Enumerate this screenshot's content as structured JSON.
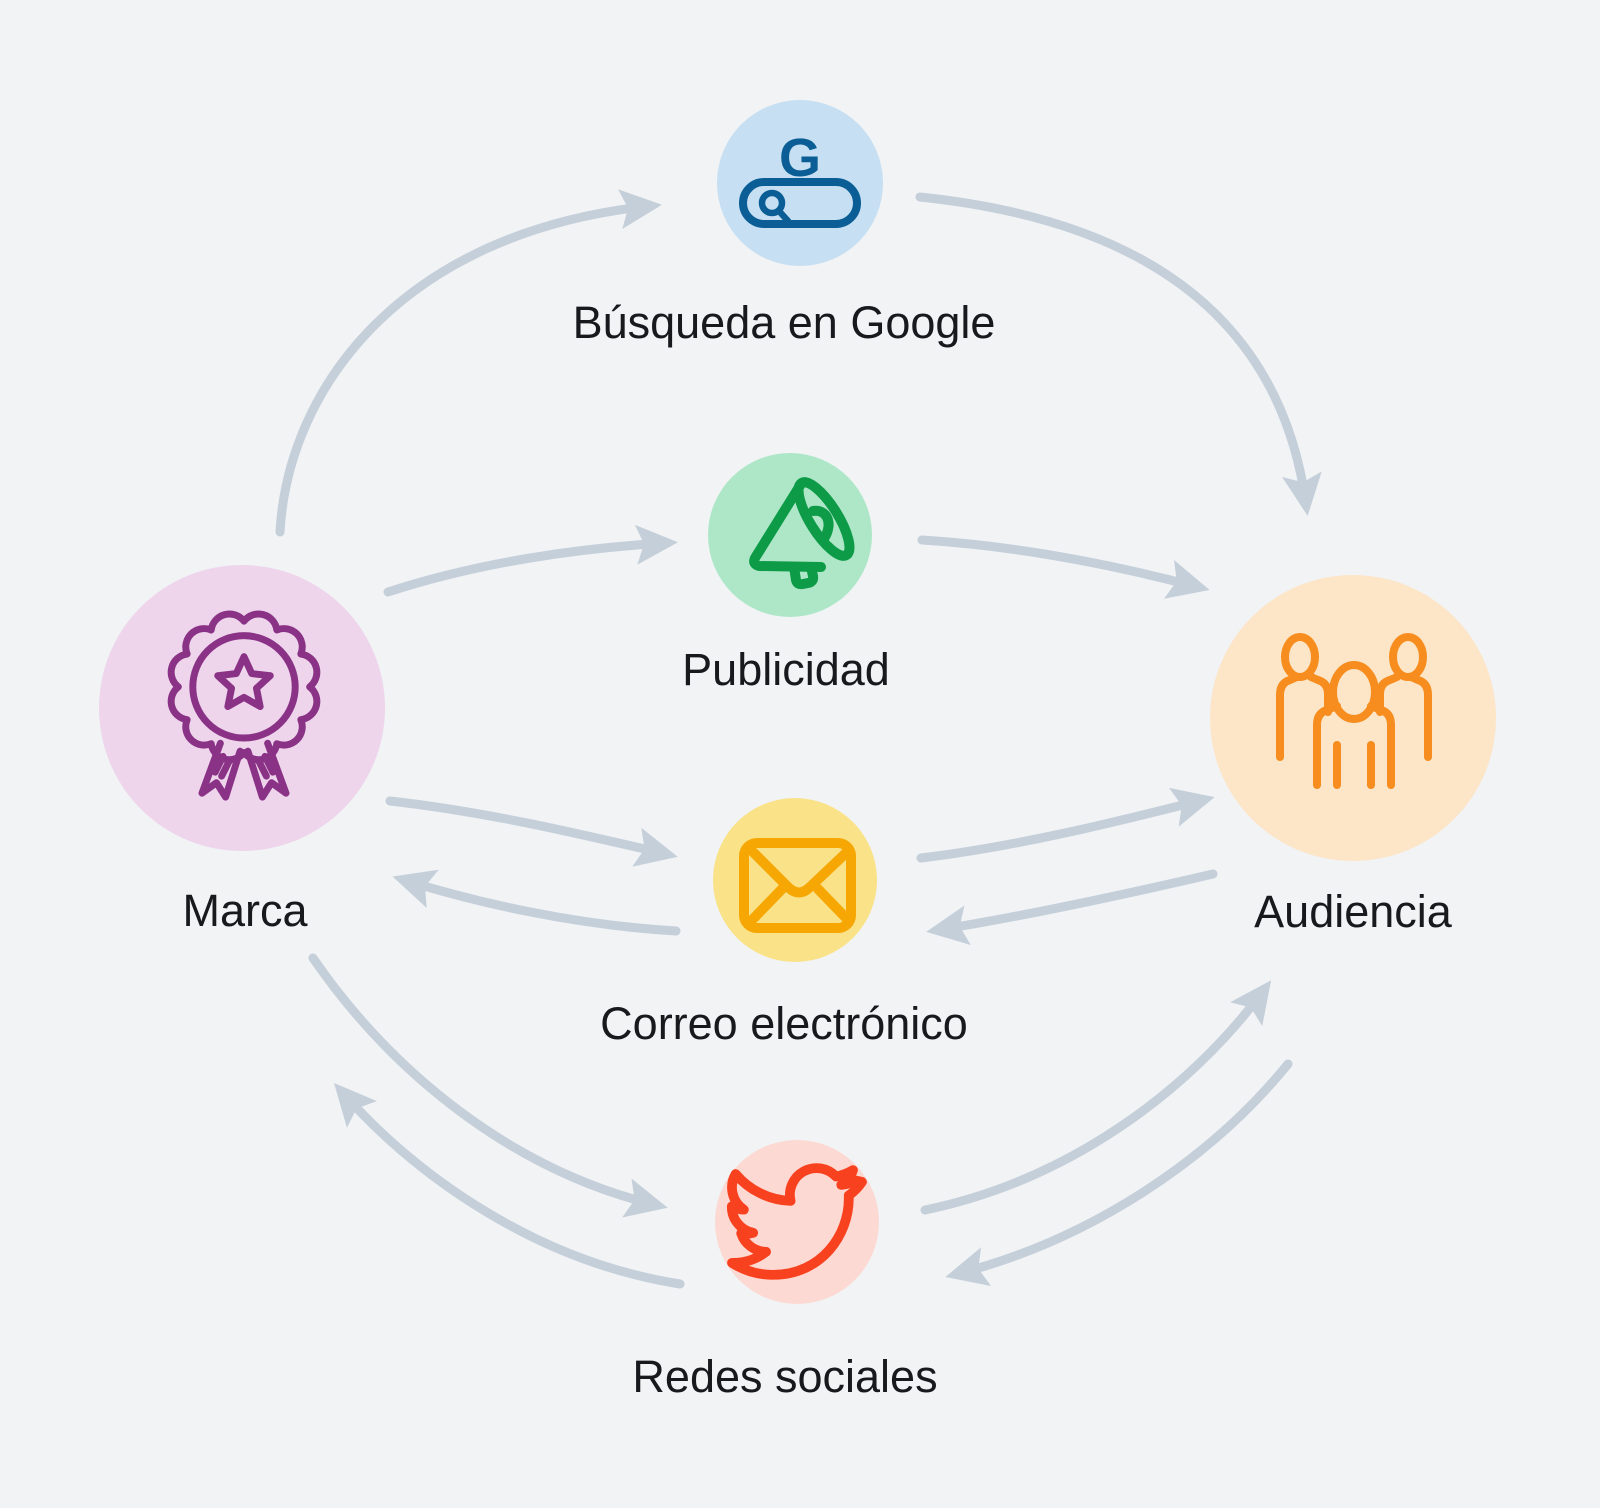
{
  "diagram": {
    "background": "#f1f3f5",
    "arrow_color": "#c5cfda",
    "text_color": "#17191d",
    "nodes": {
      "marca": {
        "label": "Marca",
        "circle_color": "#eed5ec",
        "icon_color": "#8a3286",
        "icon": "award-badge-icon"
      },
      "audiencia": {
        "label": "Audiencia",
        "circle_color": "#fde5c8",
        "icon_color": "#f68d1e",
        "icon": "people-group-icon"
      },
      "busqueda": {
        "label": "Búsqueda en Google",
        "circle_color": "#c6dff2",
        "icon_color": "#0a5e95",
        "icon": "google-search-icon",
        "icon_letter": "G"
      },
      "publicidad": {
        "label": "Publicidad",
        "circle_color": "#aee7c8",
        "icon_color": "#0e9b48",
        "icon": "megaphone-icon"
      },
      "correo": {
        "label": "Correo electrónico",
        "circle_color": "#fae289",
        "icon_color": "#f6a704",
        "icon": "envelope-icon"
      },
      "redes": {
        "label": "Redes sociales",
        "circle_color": "#fdd9d3",
        "icon_color": "#f8421f",
        "icon": "twitter-bird-icon"
      }
    },
    "connections": [
      {
        "from": "Marca",
        "to": "Búsqueda en Google"
      },
      {
        "from": "Búsqueda en Google",
        "to": "Audiencia"
      },
      {
        "from": "Marca",
        "to": "Publicidad"
      },
      {
        "from": "Publicidad",
        "to": "Audiencia"
      },
      {
        "from": "Marca",
        "to": "Correo electrónico"
      },
      {
        "from": "Correo electrónico",
        "to": "Marca"
      },
      {
        "from": "Correo electrónico",
        "to": "Audiencia"
      },
      {
        "from": "Audiencia",
        "to": "Correo electrónico"
      },
      {
        "from": "Marca",
        "to": "Redes sociales"
      },
      {
        "from": "Redes sociales",
        "to": "Marca"
      },
      {
        "from": "Redes sociales",
        "to": "Audiencia"
      },
      {
        "from": "Audiencia",
        "to": "Redes sociales"
      }
    ]
  }
}
